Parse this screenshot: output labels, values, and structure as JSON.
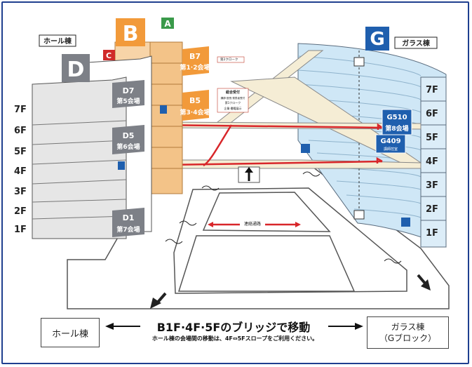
{
  "buildings": {
    "hall": {
      "label": "ホール棟"
    },
    "glass": {
      "label": "ガラス棟",
      "letter": "G"
    },
    "b": {
      "letter": "B"
    },
    "a": {
      "letter": "A"
    },
    "c": {
      "letter": "C"
    },
    "d": {
      "letter": "D"
    }
  },
  "colors": {
    "b_orange": "#f29a3a",
    "a_green": "#3a9a4a",
    "c_red": "#d02a2a",
    "d_gray": "#7d8087",
    "g_blue": "#1f5fae",
    "glass_fill": "#cfe7f6",
    "bridge_red": "#d8262a",
    "frame": "#1f3f8f"
  },
  "hall_floors": [
    "7F",
    "6F",
    "5F",
    "4F",
    "3F",
    "2F",
    "1F"
  ],
  "glass_floors": [
    "7F",
    "6F",
    "5F",
    "4F",
    "3F",
    "2F",
    "1F"
  ],
  "rooms": {
    "d7": {
      "code": "D7",
      "name": "第5会場"
    },
    "d5": {
      "code": "D5",
      "name": "第6会場"
    },
    "d1": {
      "code": "D1",
      "name": "第7会場"
    },
    "b7": {
      "code": "B7",
      "name": "第1·2会場",
      "note": "第2クローク"
    },
    "b5": {
      "code": "B5",
      "name": "第3·4会場",
      "note_lines": [
        "総合受付",
        "講師·座長·発表者受付",
        "第1クローク",
        "企業·書籍展示"
      ]
    },
    "g510": {
      "code": "G510",
      "name": "第8会場"
    },
    "g409": {
      "code": "G409",
      "name": "講師控室"
    }
  },
  "passage_label": "連絡通路",
  "bottom": {
    "left_box": "ホール棟",
    "right_box_line1": "ガラス棟",
    "right_box_line2": "（Gブロック）",
    "title": "B1F·4F·5Fのブリッジで移動",
    "note": "ホール棟の会場間の移動は、4F⇔5Fスロープをご利用ください。"
  }
}
